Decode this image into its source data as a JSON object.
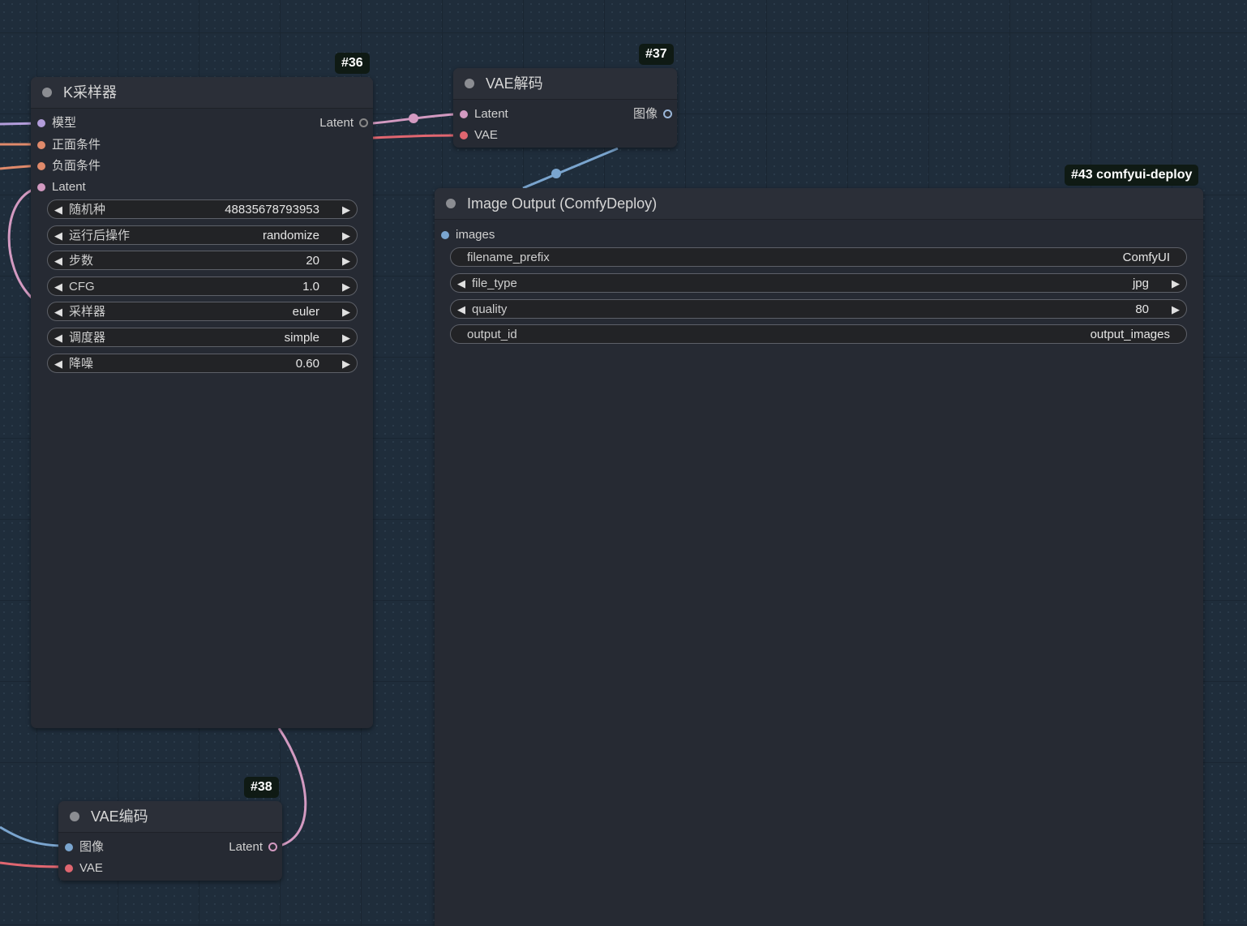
{
  "colors": {
    "canvas": "#1f2d3b",
    "node_body": "#262a33",
    "model_wire": "#b39ddb",
    "conditioning_wire": "#e08a6b",
    "latent_wire": "#d39ac1",
    "vae_wire": "#e06670",
    "image_wire": "#7aa5cf"
  },
  "ksampler": {
    "badge": "#36",
    "title": "K采样器",
    "inputs": [
      "模型",
      "正面条件",
      "负面条件",
      "Latent"
    ],
    "output": "Latent",
    "widgets": [
      {
        "label": "随机种",
        "value": "48835678793953"
      },
      {
        "label": "运行后操作",
        "value": "randomize"
      },
      {
        "label": "步数",
        "value": "20"
      },
      {
        "label": "CFG",
        "value": "1.0"
      },
      {
        "label": "采样器",
        "value": "euler"
      },
      {
        "label": "调度器",
        "value": "simple"
      },
      {
        "label": "降噪",
        "value": "0.60"
      }
    ]
  },
  "vae_decode": {
    "badge": "#37",
    "title": "VAE解码",
    "inputs": [
      "Latent",
      "VAE"
    ],
    "output": "图像"
  },
  "image_output": {
    "badge": "#43 comfyui-deploy",
    "title": "Image Output (ComfyDeploy)",
    "input": "images",
    "widgets": [
      {
        "label": "filename_prefix",
        "value": "ComfyUI",
        "kind": "text"
      },
      {
        "label": "file_type",
        "value": "jpg",
        "kind": "combo"
      },
      {
        "label": "quality",
        "value": "80",
        "kind": "number"
      },
      {
        "label": "output_id",
        "value": "output_images",
        "kind": "text"
      }
    ]
  },
  "vae_encode": {
    "badge": "#38",
    "title": "VAE编码",
    "inputs": [
      "图像",
      "VAE"
    ],
    "output": "Latent"
  },
  "icons": {
    "arrow_left": "◀",
    "arrow_right": "▶"
  }
}
